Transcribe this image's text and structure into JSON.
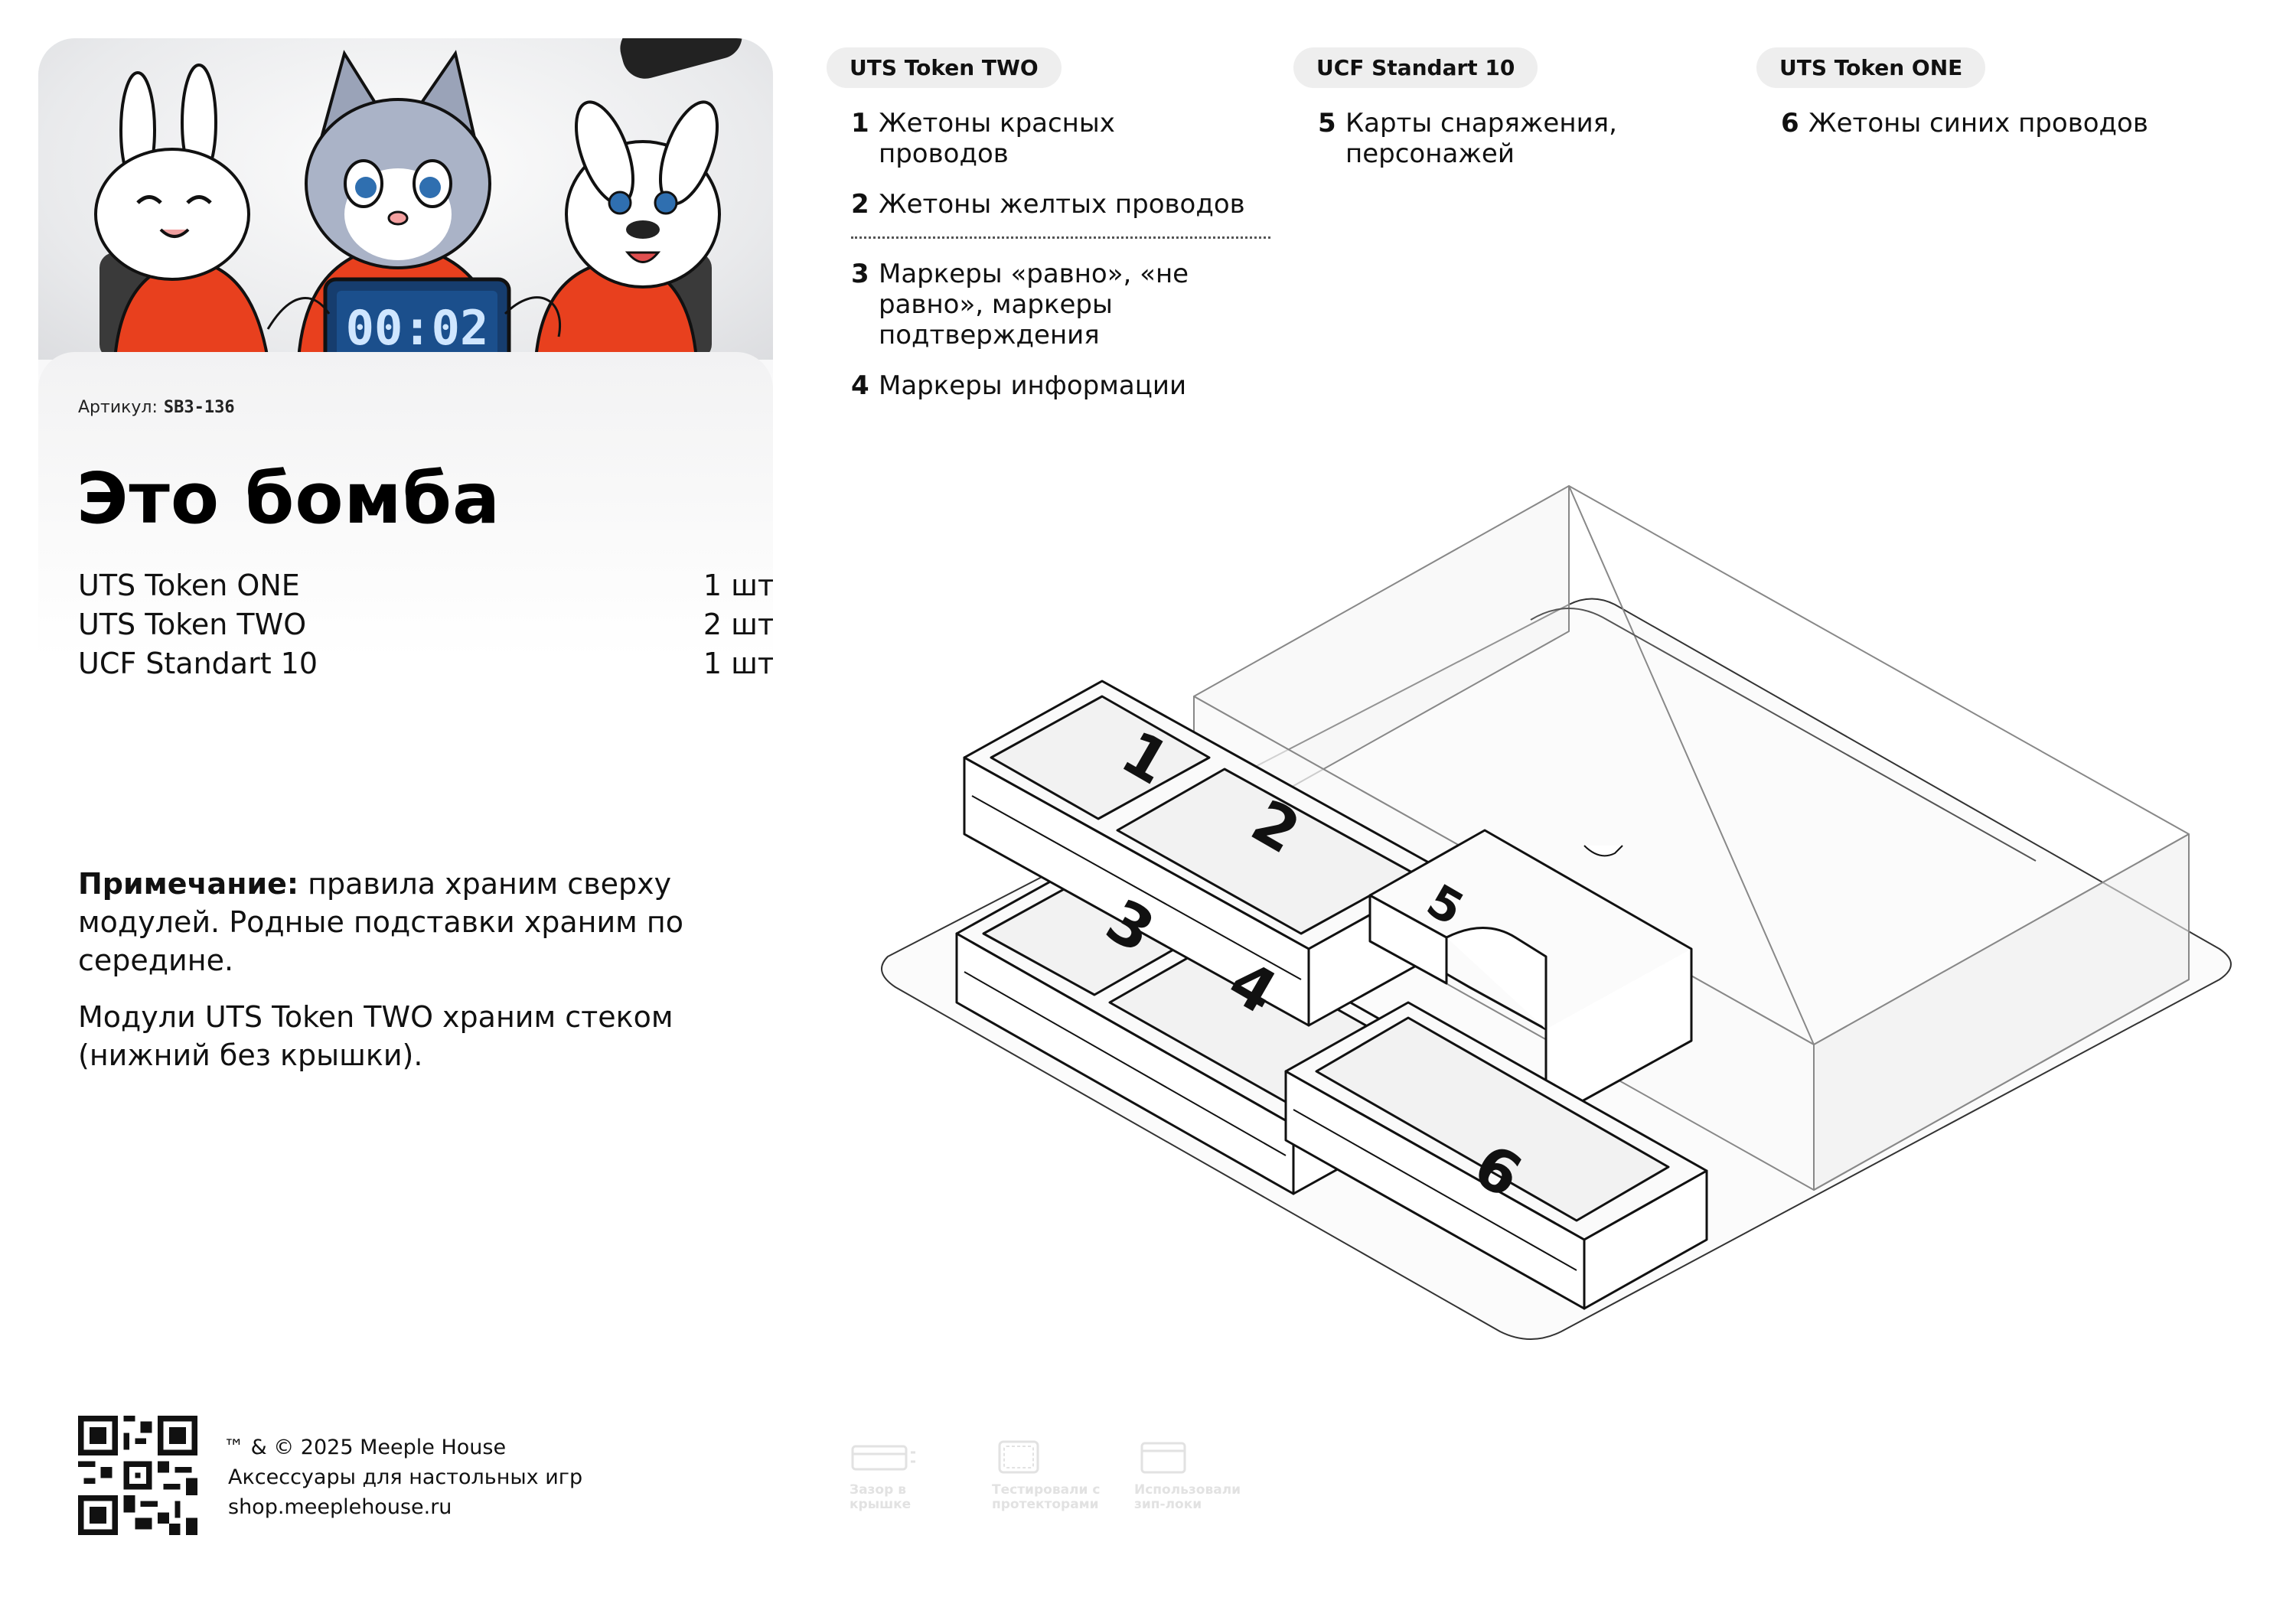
{
  "card": {
    "article_label": "Артикул:",
    "article_code": "SB3-136",
    "title": "Это бомба",
    "parts": [
      {
        "name": "UTS Token ONE",
        "qty": "1 шт"
      },
      {
        "name": "UTS Token TWO",
        "qty": "2 шт"
      },
      {
        "name": "UCF Standart 10",
        "qty": "1 шт"
      }
    ],
    "note_label": "Примечание:",
    "note_text": " правила храним сверху модулей. Родные подставки храним по середине.",
    "note_text2": "Модули UTS Token TWO храним стеком (нижний без крышки).",
    "timer": "00:02"
  },
  "footer": {
    "copyright": "™ & © 2025 Meeple House",
    "tagline": "Аксессуары для настольных игр",
    "url": "shop.meeplehouse.ru"
  },
  "legend": [
    {
      "tag": "UTS Token TWO",
      "items": [
        {
          "num": "1",
          "text": "Жетоны красных проводов"
        },
        {
          "num": "2",
          "text": "Жетоны желтых проводов"
        },
        {
          "num": "3",
          "text": "Маркеры «равно», «не равно», маркеры подтверждения"
        },
        {
          "num": "4",
          "text": "Маркеры информации"
        }
      ]
    },
    {
      "tag": "UCF Standart 10",
      "items": [
        {
          "num": "5",
          "text": "Карты снаряжения, персонажей"
        }
      ]
    },
    {
      "tag": "UTS Token ONE",
      "items": [
        {
          "num": "6",
          "text": "Жетоны синих проводов"
        }
      ]
    }
  ],
  "diagram": {
    "labels": [
      "1",
      "2",
      "3",
      "4",
      "5",
      "6"
    ]
  },
  "icons": [
    {
      "name": "gap-in-lid-icon",
      "text": "Зазор в крышке"
    },
    {
      "name": "sleeves-icon",
      "text": "Тестировали с протекторами"
    },
    {
      "name": "zip-lock-icon",
      "text": "Использовали зип-локи"
    }
  ]
}
